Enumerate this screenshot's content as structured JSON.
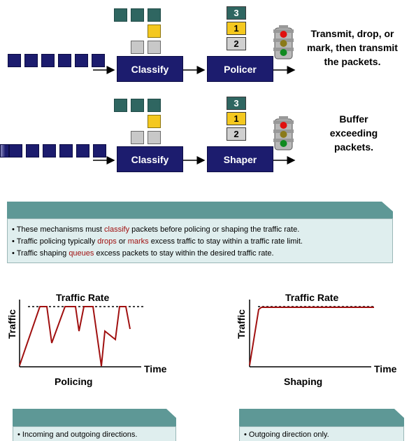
{
  "top_row": {
    "classify_label": "Classify",
    "policer_label": "Policer",
    "priorities": [
      "3",
      "1",
      "2"
    ],
    "result": [
      "Transmit, drop, or",
      "mark, then transmit",
      "the packets."
    ]
  },
  "bottom_row": {
    "classify_label": "Classify",
    "shaper_label": "Shaper",
    "priorities": [
      "3",
      "1",
      "2"
    ],
    "result": [
      "Buffer",
      "exceeding",
      "packets."
    ]
  },
  "info": {
    "bullets": [
      {
        "pre": "• These mechanisms must ",
        "hl": "classify",
        "post": " packets before policing or shaping the traffic rate.",
        "hl2": "",
        "post2": ""
      },
      {
        "pre": "• Traffic policing typically ",
        "hl": "drops",
        "post": " or ",
        "hl2": "marks",
        "post2": " excess traffic to stay within a traffic rate limit."
      },
      {
        "pre": "• Traffic shaping ",
        "hl": "queues",
        "post": " excess packets to stay within the desired traffic rate.",
        "hl2": "",
        "post2": ""
      }
    ]
  },
  "policing_graph": {
    "title": "Traffic Rate",
    "ylabel": "Traffic",
    "xlabel": "Time",
    "caption": "Policing"
  },
  "shaping_graph": {
    "title": "Traffic Rate",
    "ylabel": "Traffic",
    "xlabel": "Time",
    "caption": "Shaping"
  },
  "bottom_tabs": {
    "left": "• Incoming and outgoing directions.",
    "right": "• Outgoing direction only."
  },
  "colors": {
    "navy": "#1c1c6e",
    "teal": "#2f6661",
    "yellow": "#f4c81f",
    "highlight": "#a01010",
    "traffic_line": "#a01010",
    "panel_bg": "#dfeeee",
    "panel_header": "#5e9896"
  },
  "icons": [
    "traffic-light-icon",
    "arrow-right-icon"
  ]
}
